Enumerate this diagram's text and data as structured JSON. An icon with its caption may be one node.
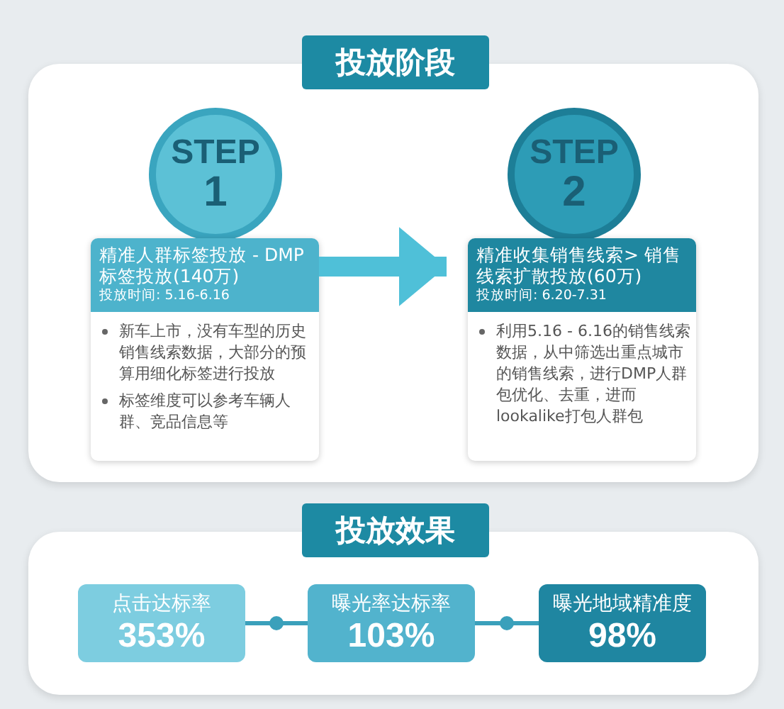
{
  "diagram": {
    "nodes": [
      {
        "text": [
          "投放阶段"
        ]
      },
      {
        "text": [
          "STEP",
          "1"
        ],
        "in": 0
      },
      {
        "text": [
          "STEP",
          "2"
        ],
        "in": 0
      },
      {
        "text": [
          "精准人群标签投放 - DMP标签投放(140万)",
          "投放时间: 5.16-6.16",
          "新车上市，没有车型的历史销售线索数据，大部分的预算用细化标签进行投放",
          "标签维度可以参考车辆人群、竞品信息等"
        ],
        "in": 0
      },
      {
        "text": [
          "精准收集销售线索> 销售线索扩散投放(60万)",
          "投放时间: 6.20-7.31",
          "利用5.16 - 6.16的销售线索数据，从中筛选出重点城市的销售线索，进行DMP人群包优化、去重，进而lookalike打包人群包"
        ],
        "in": 0
      },
      {
        "text": [
          "投放效果"
        ]
      },
      {
        "text": [
          "点击达标率",
          "353%"
        ],
        "in": 5
      },
      {
        "text": [
          "曝光率达标率",
          "103%"
        ],
        "in": 5
      },
      {
        "text": [
          "曝光地域精准度",
          "98%"
        ],
        "in": 5
      }
    ],
    "edges": [
      {
        "from": 3,
        "to": 4,
        "arrow": "to",
        "style": "thick"
      },
      {
        "from": 6,
        "to": 7,
        "arrow": "none"
      },
      {
        "from": 7,
        "to": 8,
        "arrow": "none"
      }
    ]
  }
}
